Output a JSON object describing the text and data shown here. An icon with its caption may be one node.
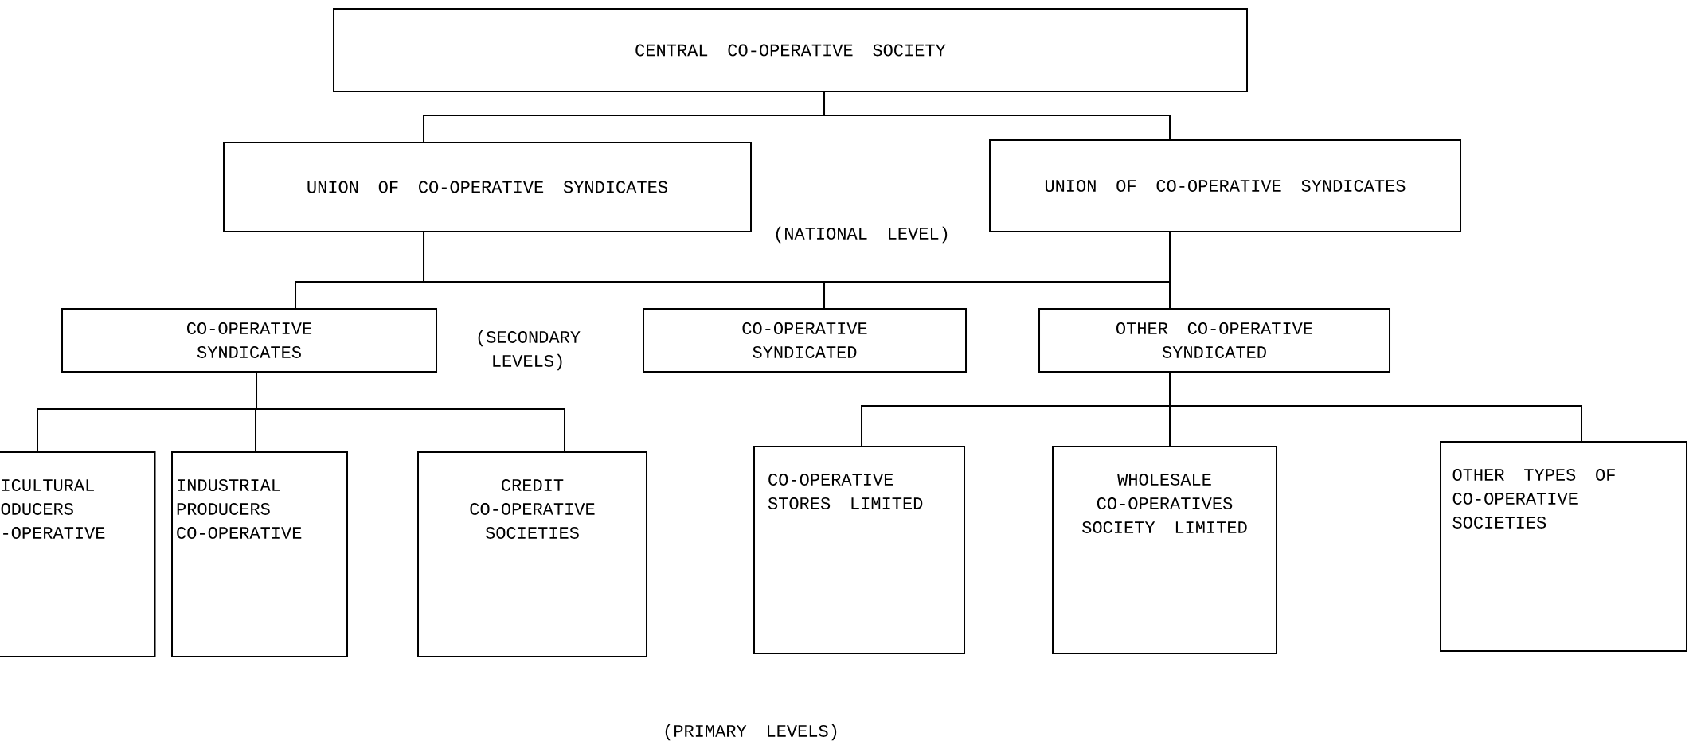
{
  "diagram": {
    "nodes": [
      {
        "text": [
          "CENTRAL CO-OPERATIVE SOCIETY"
        ]
      },
      {
        "text": [
          "UNION OF CO-OPERATIVE SYNDICATES"
        ]
      },
      {
        "text": [
          "UNION OF CO-OPERATIVE SYNDICATES"
        ]
      },
      {
        "text": [
          "CO-OPERATIVE SYNDICATES"
        ]
      },
      {
        "text": [
          "CO-OPERATIVE SYNDICATED"
        ]
      },
      {
        "text": [
          "OTHER CO-OPERATIVE SYNDICATED"
        ]
      },
      {
        "text": [
          "ICULTURAL ODUCERS -OPERATIVE"
        ]
      },
      {
        "text": [
          "INDUSTRIAL PRODUCERS CO-OPERATIVE"
        ]
      },
      {
        "text": [
          "CREDIT CO-OPERATIVE SOCIETIES"
        ]
      },
      {
        "text": [
          "CO-OPERATIVE STORES LIMITED"
        ]
      },
      {
        "text": [
          "WHOLESALE CO-OPERATIVES SOCIETY LIMITED"
        ]
      },
      {
        "text": [
          "OTHER TYPES OF CO-OPERATIVE SOCIETIES"
        ]
      }
    ],
    "edges": [
      {
        "from": 0,
        "to": 1,
        "arrow": "none"
      },
      {
        "from": 0,
        "to": 2,
        "arrow": "none"
      },
      {
        "from": 1,
        "to": 3,
        "arrow": "none"
      },
      {
        "from": 1,
        "to": 4,
        "arrow": "none"
      },
      {
        "from": 1,
        "to": 5,
        "arrow": "none"
      },
      {
        "from": 2,
        "to": 3,
        "arrow": "none"
      },
      {
        "from": 2,
        "to": 4,
        "arrow": "none"
      },
      {
        "from": 2,
        "to": 5,
        "arrow": "none"
      },
      {
        "from": 3,
        "to": 6,
        "arrow": "none"
      },
      {
        "from": 3,
        "to": 7,
        "arrow": "none"
      },
      {
        "from": 3,
        "to": 8,
        "arrow": "none"
      },
      {
        "from": 5,
        "to": 9,
        "arrow": "none"
      },
      {
        "from": 5,
        "to": 10,
        "arrow": "none"
      },
      {
        "from": 5,
        "to": 11,
        "arrow": "none"
      }
    ],
    "labels": [
      "(NATIONAL LEVEL)",
      "(SECONDARY LEVELS)",
      "(PRIMARY LEVELS)"
    ]
  }
}
